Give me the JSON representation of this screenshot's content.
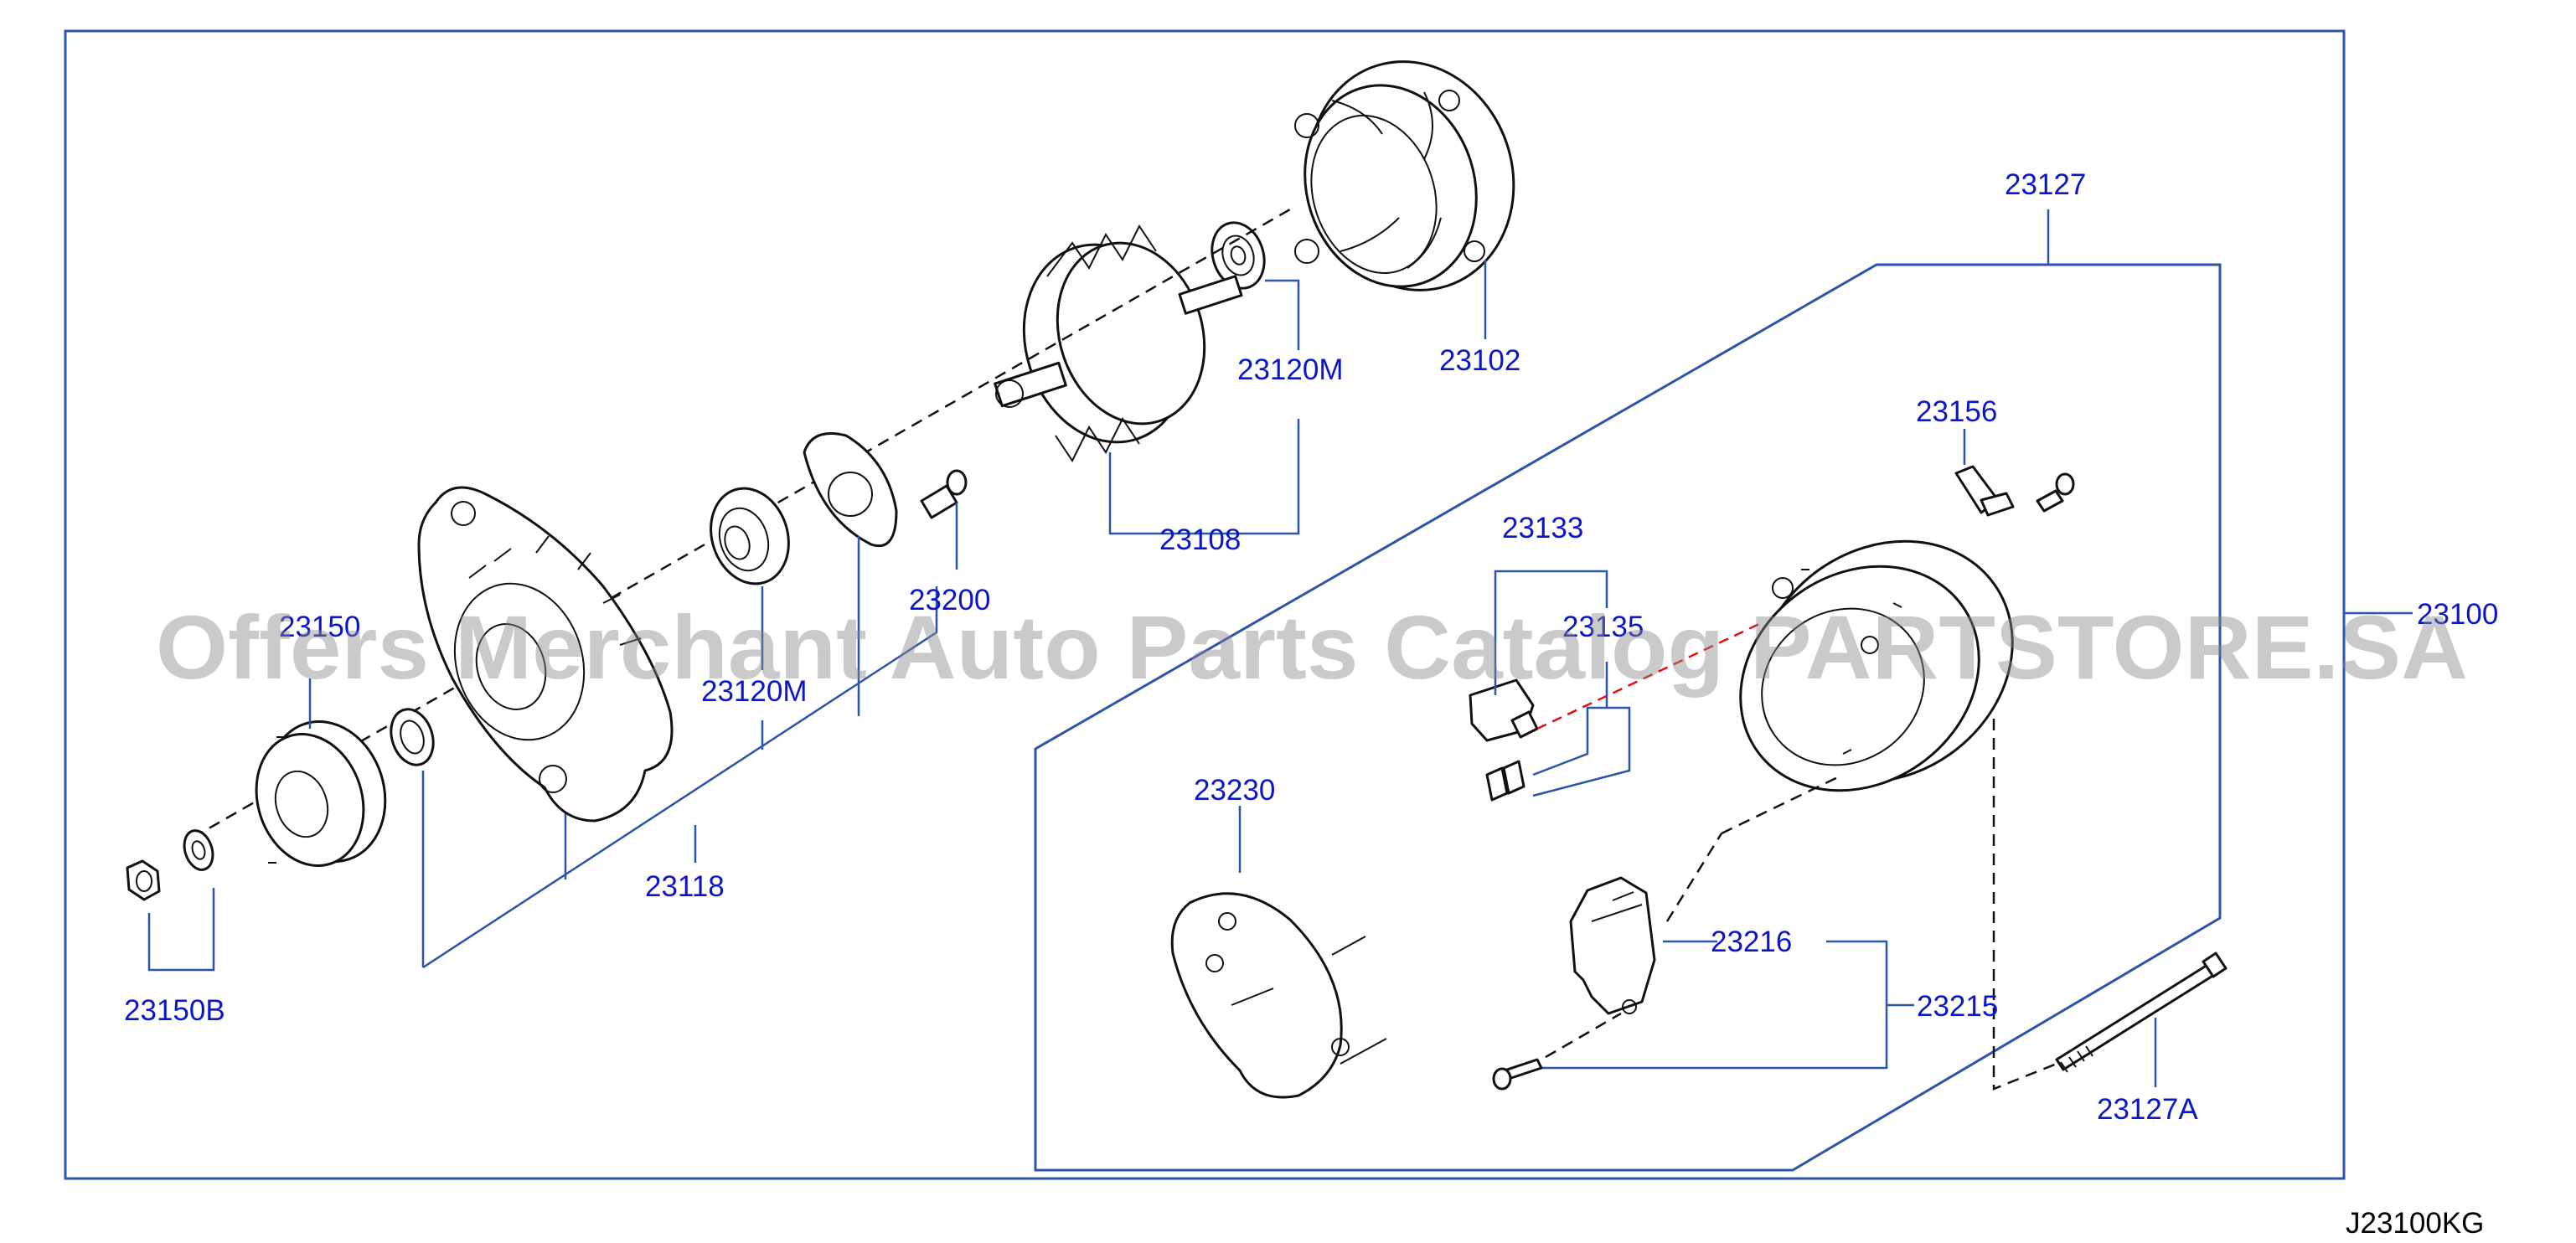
{
  "labels": {
    "l23127": "23127",
    "l23102": "23102",
    "l23120M_top": "23120M",
    "l23108": "23108",
    "l23156": "23156",
    "l23133": "23133",
    "l23135": "23135",
    "l23100": "23100",
    "l23200": "23200",
    "l23150": "23150",
    "l23120M_mid": "23120M",
    "l23118": "23118",
    "l23230": "23230",
    "l23216": "23216",
    "l23215": "23215",
    "l23150B": "23150B",
    "l23127A": "23127A",
    "diagram_code": "J23100KG"
  },
  "watermark": "Offers Merchant Auto Parts Catalog PARTSTORE.SA",
  "colors": {
    "label": "#0b16c8",
    "leader": "#2a55a8",
    "watermark": "#8a8a8a",
    "dash_red": "#e01010"
  }
}
